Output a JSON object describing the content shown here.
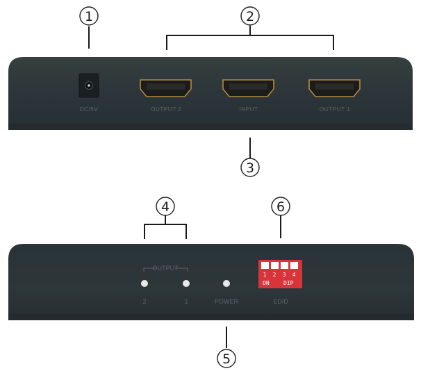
{
  "callouts": [
    "1",
    "2",
    "3",
    "4",
    "5",
    "6"
  ],
  "rear_panel": {
    "ports": [
      "DC/5V",
      "OUTPUT 2",
      "INPUT",
      "OUTPUT 1"
    ]
  },
  "front_panel": {
    "output_group_label": "OUTPUT",
    "leds": [
      "2",
      "1",
      "POWER"
    ],
    "dip_switch": {
      "numbers": [
        "1",
        "2",
        "3",
        "4"
      ],
      "on_label": "ON",
      "dip_label": "DIP",
      "caption": "EDID"
    }
  },
  "colors": {
    "panel": "#2c3539",
    "panel_lower": "#263033",
    "label": "#59636a",
    "hdmi_gold": "#b58a3e",
    "led": "#e9e9e9",
    "dip_red": "#d8343a",
    "callout": "#1a1a1a"
  },
  "icons": [
    "dc-jack-icon",
    "hdmi-port-icon",
    "led-icon",
    "dip-switch-icon"
  ]
}
